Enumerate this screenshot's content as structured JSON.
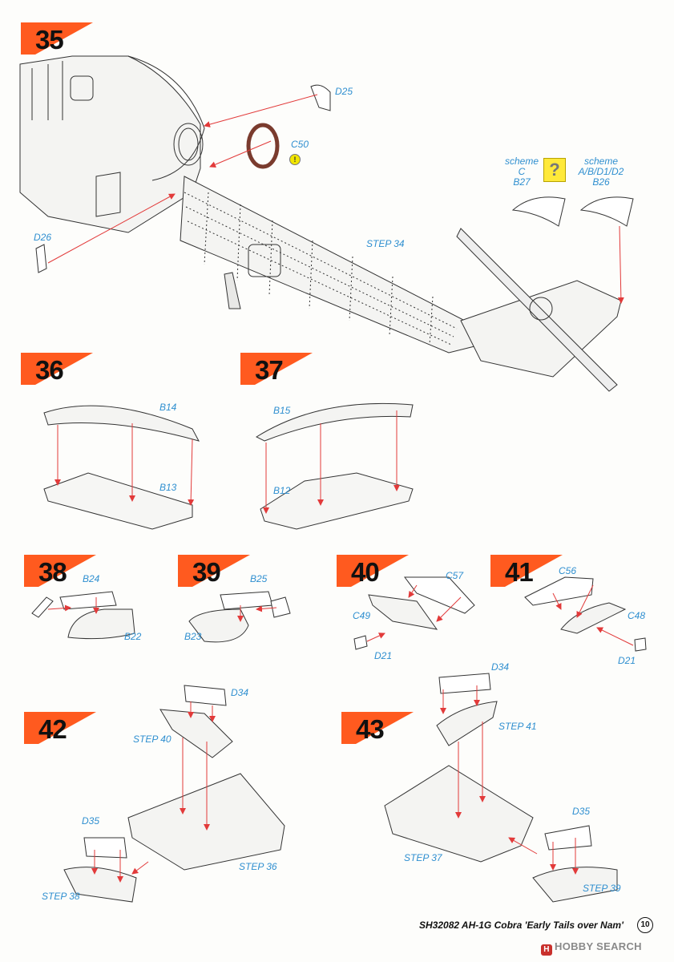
{
  "steps": [
    "35",
    "36",
    "37",
    "38",
    "39",
    "40",
    "41",
    "42",
    "43"
  ],
  "labels": {
    "d25": "D25",
    "c50": "C50",
    "d26": "D26",
    "step34": "STEP 34",
    "scheme_c_1": "scheme",
    "scheme_c_2": "C",
    "b27": "B27",
    "scheme_abd_1": "scheme",
    "scheme_abd_2": "A/B/D1/D2",
    "b26": "B26",
    "b14": "B14",
    "b13": "B13",
    "b15": "B15",
    "b12": "B12",
    "b24": "B24",
    "b22": "B22",
    "b25": "B25",
    "b23": "B23",
    "c57": "C57",
    "c49": "C49",
    "d21_40": "D21",
    "c56": "C56",
    "c48": "C48",
    "d21_41": "D21",
    "d34_42": "D34",
    "step40": "STEP 40",
    "d35_42": "D35",
    "step36": "STEP 36",
    "step38": "STEP 38",
    "d34_43": "D34",
    "step41": "STEP 41",
    "d35_43": "D35",
    "step37": "STEP 37",
    "step39": "STEP 39"
  },
  "icons": {
    "question": "?",
    "warning": "!"
  },
  "footer": {
    "title": "SH32082  AH-1G Cobra 'Early Tails over Nam'",
    "page": "10"
  },
  "watermark": {
    "logo": "H",
    "text": "HOBBY SEARCH"
  },
  "colors": {
    "accent": "#ff5a1f",
    "label": "#2f8fd0",
    "arrow": "#e23a3a",
    "decal_ring": "#7a3b2e"
  }
}
